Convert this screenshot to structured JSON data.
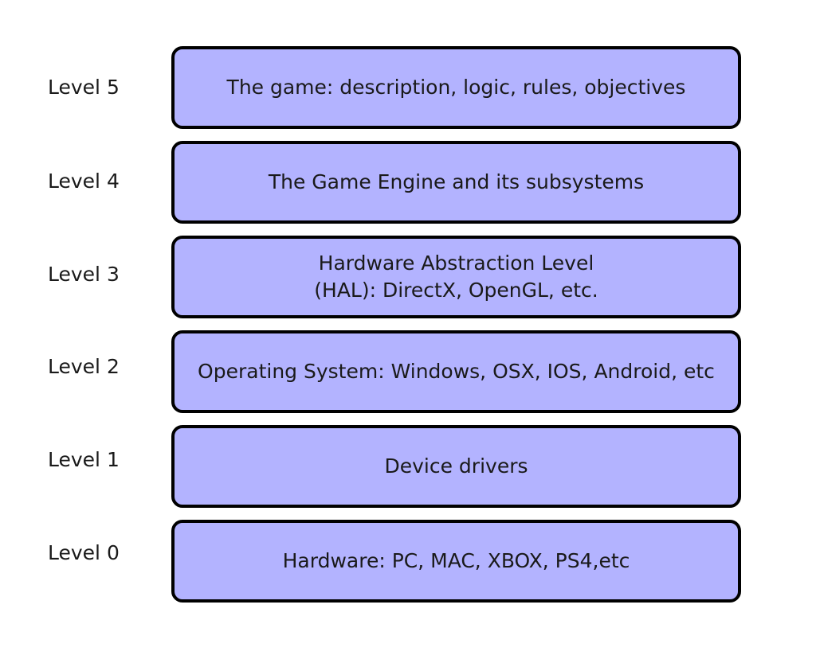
{
  "colors": {
    "box_fill": "#b3b3ff",
    "box_border": "#000000",
    "text": "#1a1a1a"
  },
  "levels": [
    {
      "label": "Level 5",
      "text": "The game: description, logic, rules, objectives"
    },
    {
      "label": "Level 4",
      "text": "The Game Engine and its subsystems"
    },
    {
      "label": "Level 3",
      "text": "Hardware Abstraction Level\n(HAL): DirectX, OpenGL, etc."
    },
    {
      "label": "Level 2",
      "text": "Operating System: Windows, OSX, IOS, Android, etc"
    },
    {
      "label": "Level 1",
      "text": "Device drivers"
    },
    {
      "label": "Level 0",
      "text": "Hardware: PC, MAC, XBOX, PS4,etc"
    }
  ]
}
